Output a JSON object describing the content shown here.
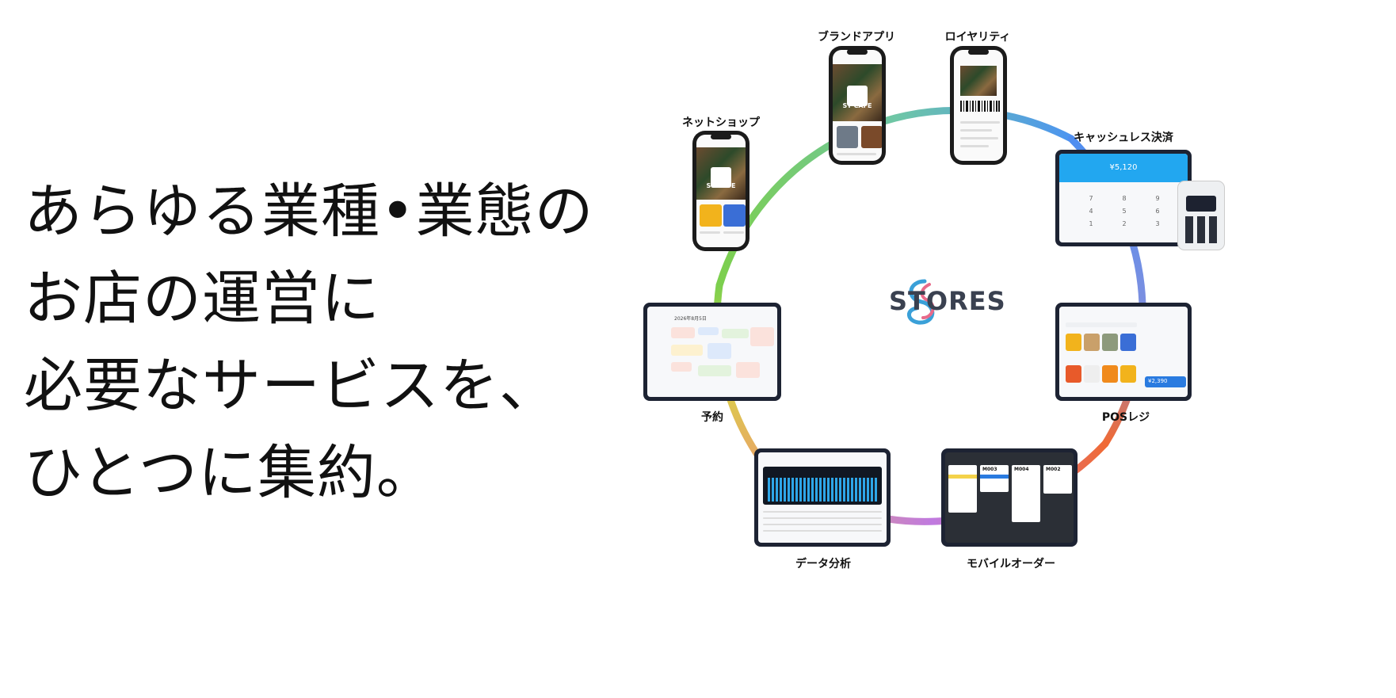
{
  "headline": {
    "lines": [
      "あらゆる業種•業態の",
      "お店の運営に",
      "必要なサービスを、",
      "ひとつに集約。"
    ]
  },
  "brand": {
    "name": "STORES"
  },
  "services": {
    "brand_app": "ブランドアプリ",
    "loyalty": "ロイヤリティ",
    "cashless": "キャッシュレス決済",
    "pos": "POSレジ",
    "mobile_order": "モバイルオーダー",
    "analytics": "データ分析",
    "reservation": "予約",
    "netshop": "ネットショップ"
  },
  "cafe_name": "ST CAFE",
  "cashless_amount": "¥5,120",
  "pos_total": "¥2,390",
  "reservation_date": "2026年8月5日",
  "order_ids": [
    "M003",
    "M004",
    "M002"
  ],
  "ring_colors": [
    "#74d05a",
    "#5aa8e6",
    "#6b8ee0",
    "#e86a3a",
    "#b47de0",
    "#e0a85a",
    "#d6d848"
  ]
}
